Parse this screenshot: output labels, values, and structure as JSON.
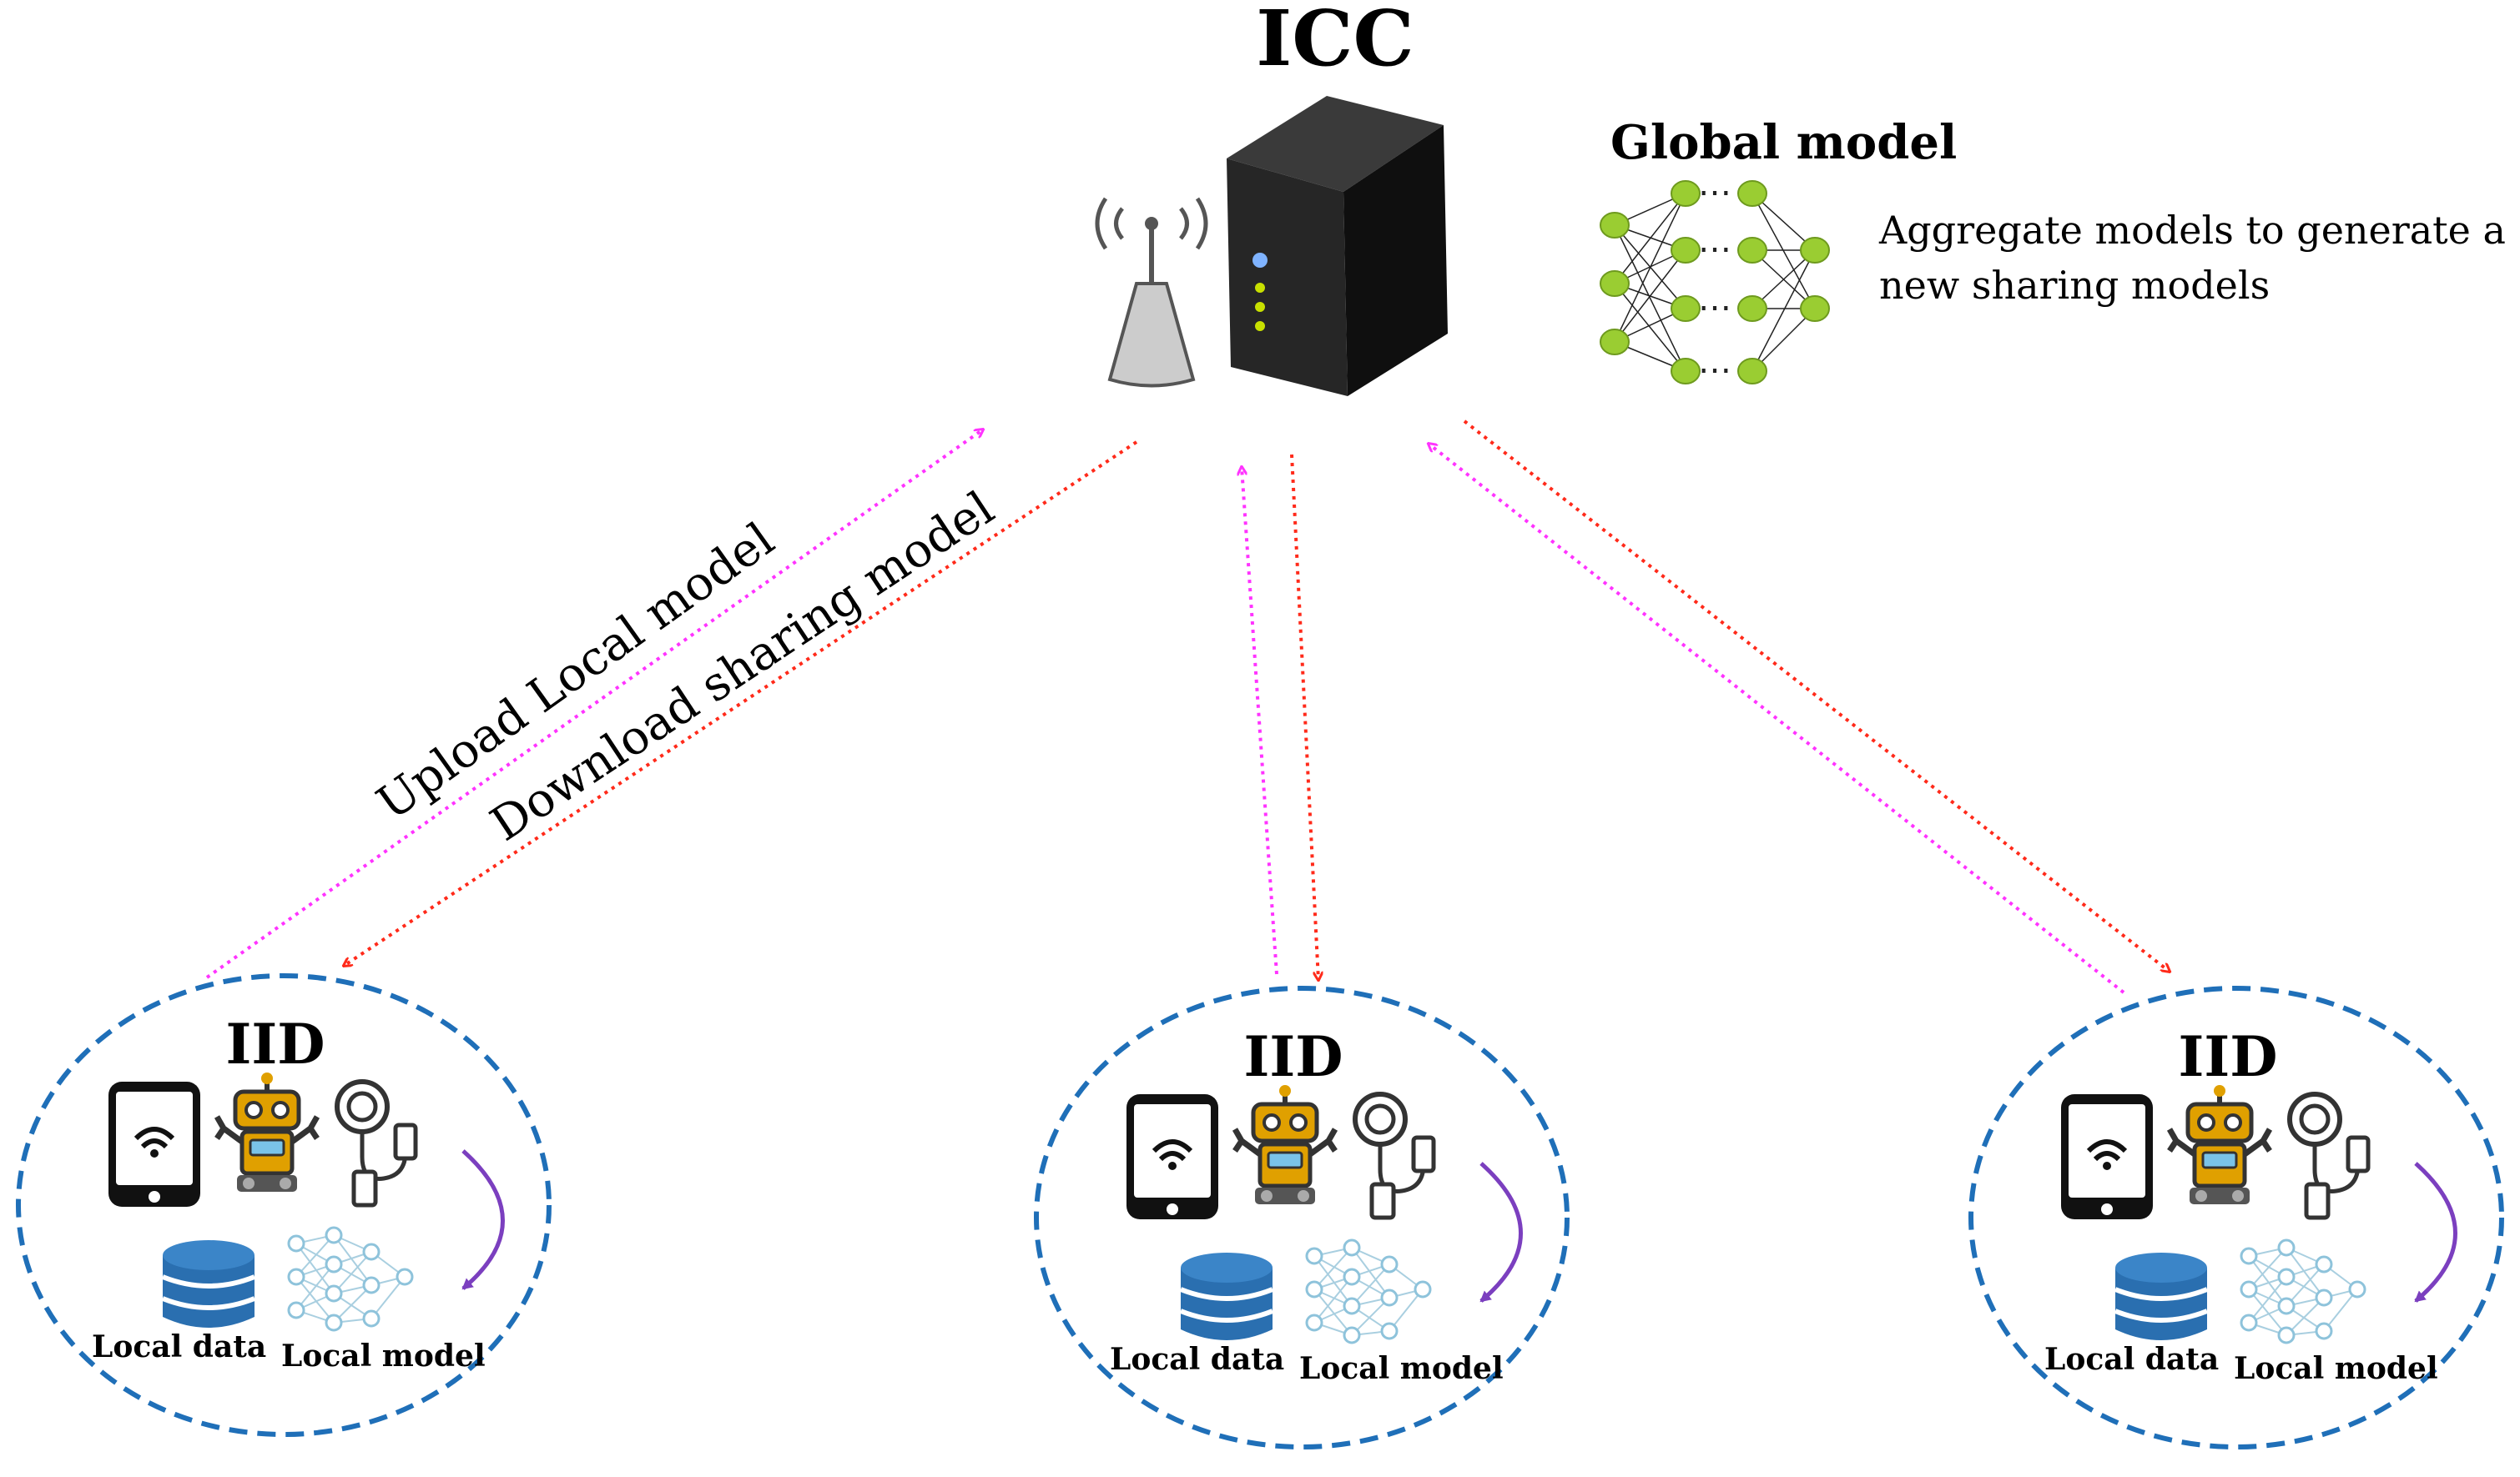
{
  "server": {
    "title": "ICC"
  },
  "global_model": {
    "title": "Global model",
    "desc_line1": "Aggregate models to generate a",
    "desc_line2": "new sharing models"
  },
  "links": {
    "upload_label": "Upload Local model",
    "download_label": "Download sharing model"
  },
  "colors": {
    "upload_arrow": "#ff33ff",
    "download_arrow": "#ff2a1a",
    "device_ring": "#1f6fb8",
    "server_body": "#1c1c1c",
    "neuron": "#9acd32",
    "cycle_arrow": "#7b3fbf",
    "database": "#2a6fb0"
  },
  "devices": [
    {
      "title": "IID",
      "data_label": "Local data",
      "model_label": "Local model",
      "icons": [
        "smartphone-icon",
        "robot-icon",
        "sensor-probe-icon",
        "database-icon",
        "neural-network-icon"
      ]
    },
    {
      "title": "IID",
      "data_label": "Local data",
      "model_label": "Local model",
      "icons": [
        "smartphone-icon",
        "robot-icon",
        "sensor-probe-icon",
        "database-icon",
        "neural-network-icon"
      ]
    },
    {
      "title": "IID",
      "data_label": "Local data",
      "model_label": "Local model",
      "icons": [
        "smartphone-icon",
        "robot-icon",
        "sensor-probe-icon",
        "database-icon",
        "neural-network-icon"
      ]
    }
  ]
}
